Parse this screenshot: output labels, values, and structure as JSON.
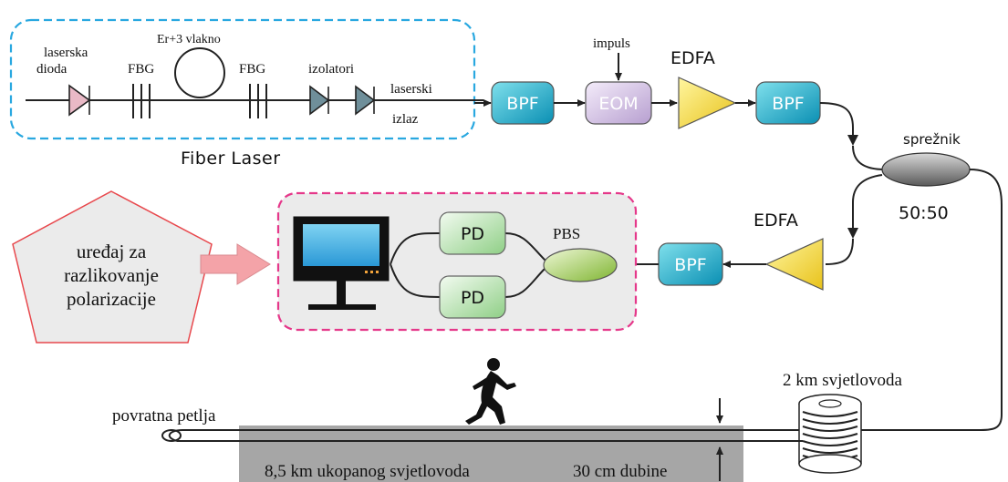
{
  "fiber_laser": {
    "title": "Fiber Laser",
    "laser_diode_line1": "laserska",
    "laser_diode_line2": "dioda",
    "fbg_left": "FBG",
    "fiber_label": "Er+3 vlakno",
    "fbg_right": "FBG",
    "isolators": "izolatori",
    "output_line1": "laserski",
    "output_line2": "izlaz"
  },
  "top_chain": {
    "bpf1": "BPF",
    "eom": "EOM",
    "impulse": "impuls",
    "edfa1": "EDFA",
    "bpf2": "BPF"
  },
  "coupler": {
    "label": "sprežnik",
    "ratio": "50:50"
  },
  "return_chain": {
    "edfa2": "EDFA",
    "bpf3": "BPF",
    "pbs": "PBS",
    "pd1": "PD",
    "pd2": "PD"
  },
  "device": {
    "line1": "uređaj za",
    "line2": "razlikovanje",
    "line3": "polarizacije"
  },
  "bottom": {
    "loop": "povratna petlja",
    "spool": "2 km svjetlovoda",
    "buried": "8,5 km ukopanog svjetlovoda",
    "depth": "30 cm dubine"
  },
  "colors": {
    "laser_box_border": "#29a8e0",
    "monitor_box_border": "#e5388a",
    "bpf_fill": "#1fb5c9",
    "edfa_fill": "#f4e44a",
    "pd_fill": "#bde3b6",
    "pbs_fill": "#a9cf5a",
    "device_fill": "#ebebeb",
    "device_border": "#e8474c",
    "arrow_fill": "#f4a3a8",
    "ground_fill": "#a6a6a6"
  }
}
